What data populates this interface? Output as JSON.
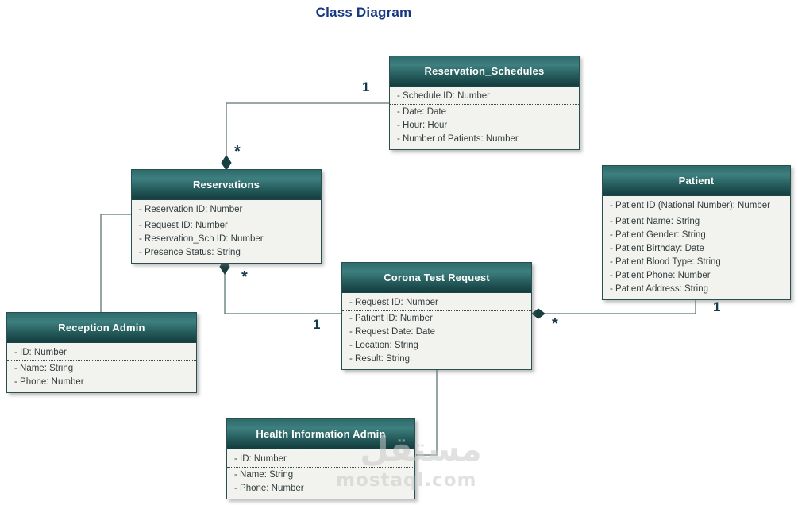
{
  "title": "Class Diagram",
  "classes": [
    {
      "id": "reservation-schedules",
      "name": "Reservation_Schedules",
      "attributes": [
        "- Schedule ID: Number",
        "- Date: Date",
        "- Hour: Hour",
        "- Number of Patients: Number"
      ]
    },
    {
      "id": "reservations",
      "name": "Reservations",
      "attributes": [
        "- Reservation ID: Number",
        "- Request ID: Number",
        "- Reservation_Sch ID: Number",
        "- Presence Status: String"
      ]
    },
    {
      "id": "patient",
      "name": "Patient",
      "attributes": [
        "- Patient ID (National Number): Number",
        "- Patient Name: String",
        "- Patient Gender: String",
        "- Patient Birthday: Date",
        "- Patient Blood Type: String",
        "- Patient Phone: Number",
        "- Patient Address: String"
      ]
    },
    {
      "id": "corona-test-request",
      "name": "Corona Test Request",
      "attributes": [
        "- Request ID: Number",
        "- Patient ID: Number",
        "- Request Date: Date",
        "- Location: String",
        "- Result: String"
      ]
    },
    {
      "id": "reception-admin",
      "name": "Reception Admin",
      "attributes": [
        "- ID: Number",
        "- Name: String",
        "- Phone: Number"
      ]
    },
    {
      "id": "health-information-admin",
      "name": "Health Information Admin",
      "attributes": [
        "- ID: Number",
        "- Name: String",
        "- Phone: Number"
      ]
    }
  ],
  "relationships": [
    {
      "from": "Reservation_Schedules",
      "to": "Reservations",
      "from_label": "1",
      "to_label": "*",
      "type": "composition",
      "diamond_at": "Reservations"
    },
    {
      "from": "Reservations",
      "to": "Corona Test Request",
      "from_label": "*",
      "to_label": "1",
      "type": "composition",
      "diamond_at": "Reservations"
    },
    {
      "from": "Patient",
      "to": "Corona Test Request",
      "from_label": "1",
      "to_label": "*",
      "type": "composition",
      "diamond_at": "Corona Test Request"
    },
    {
      "from": "Reservations",
      "to": "Reception Admin",
      "from_label": "",
      "to_label": "",
      "type": "association"
    },
    {
      "from": "Corona Test Request",
      "to": "Health Information Admin",
      "from_label": "",
      "to_label": "",
      "type": "association"
    }
  ],
  "colors": {
    "header_teal_light": "#3e7f7f",
    "header_teal_dark": "#143c3e",
    "body_bg": "#f2f2ef",
    "line": "#5c7676",
    "diamond": "#173f3f",
    "title": "#17377f",
    "multiplicity": "#163a4d"
  },
  "watermark": {
    "logo_text": "مستقل",
    "site_text": "mostaql.com"
  }
}
